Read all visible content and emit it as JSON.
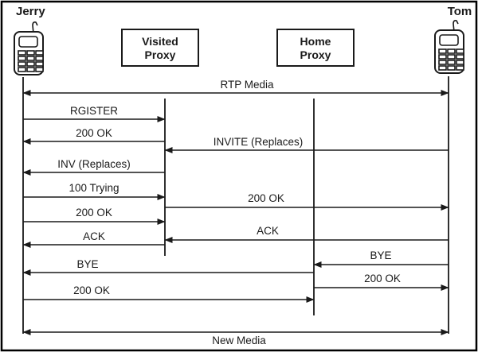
{
  "window": {
    "background": "#ffffff",
    "border_color": "#000000",
    "line_color": "#1a1a1a"
  },
  "actors": [
    {
      "name": "Jerry",
      "kind": "phone-user",
      "icon": "cell-phone-icon"
    },
    {
      "name": "Visited Proxy",
      "kind": "proxy-box",
      "label_lines": [
        "Visited",
        "Proxy"
      ]
    },
    {
      "name": "Home Proxy",
      "kind": "proxy-box",
      "label_lines": [
        "Home",
        "Proxy"
      ]
    },
    {
      "name": "Tom",
      "kind": "phone-user",
      "icon": "cell-phone-icon"
    }
  ],
  "messages": [
    {
      "label": "RTP Media",
      "from": "Jerry",
      "to": "Tom",
      "bidirectional": true
    },
    {
      "label": "RGISTER",
      "from": "Jerry",
      "to": "Visited Proxy",
      "bidirectional": false
    },
    {
      "label": "200 OK",
      "from": "Visited Proxy",
      "to": "Jerry",
      "bidirectional": false
    },
    {
      "label": "INVITE (Replaces)",
      "from": "Tom",
      "to": "Visited Proxy",
      "bidirectional": false
    },
    {
      "label": "INV (Replaces)",
      "from": "Visited Proxy",
      "to": "Jerry",
      "bidirectional": false
    },
    {
      "label": "100 Trying",
      "from": "Jerry",
      "to": "Visited Proxy",
      "bidirectional": false
    },
    {
      "label": "200 OK",
      "from": "Visited Proxy",
      "to": "Tom",
      "bidirectional": false
    },
    {
      "label": "200 OK",
      "from": "Jerry",
      "to": "Visited Proxy",
      "bidirectional": false
    },
    {
      "label": "ACK",
      "from": "Tom",
      "to": "Visited Proxy",
      "bidirectional": false
    },
    {
      "label": "ACK",
      "from": "Visited Proxy",
      "to": "Jerry",
      "bidirectional": false
    },
    {
      "label": "BYE",
      "from": "Tom",
      "to": "Home Proxy",
      "bidirectional": false
    },
    {
      "label": "BYE",
      "from": "Home Proxy",
      "to": "Jerry",
      "bidirectional": false
    },
    {
      "label": "200 OK",
      "from": "Home Proxy",
      "to": "Tom",
      "bidirectional": false
    },
    {
      "label": "200 OK",
      "from": "Jerry",
      "to": "Home Proxy",
      "bidirectional": false
    },
    {
      "label": "New Media",
      "from": "Jerry",
      "to": "Tom",
      "bidirectional": true
    }
  ]
}
